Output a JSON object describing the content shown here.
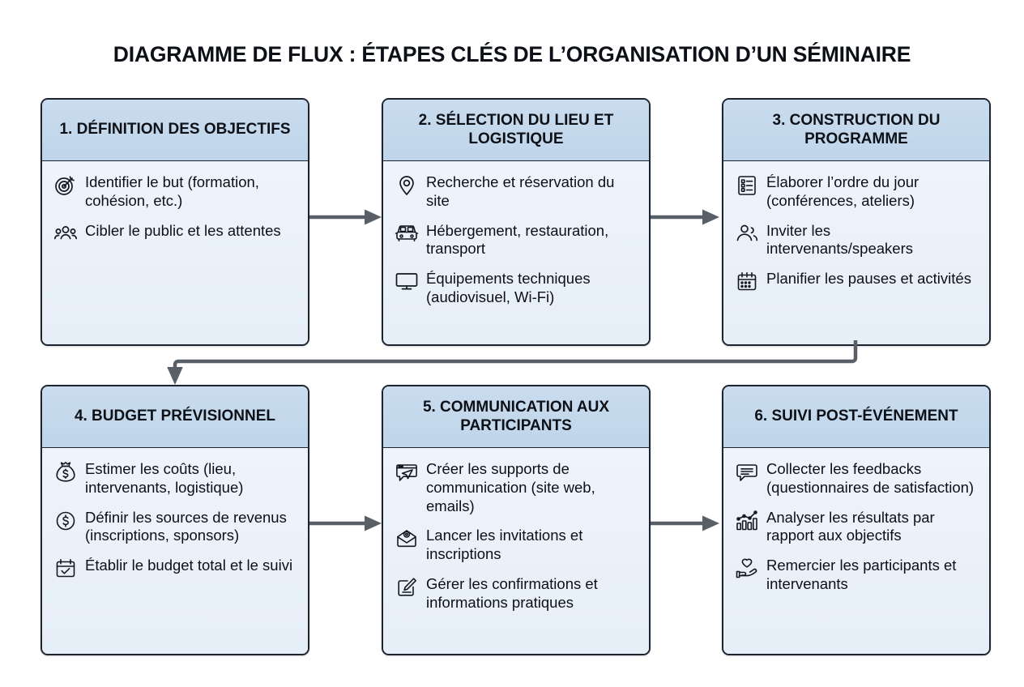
{
  "title": "DIAGRAMME DE FLUX : ÉTAPES CLÉS DE L’ORGANISATION D’UN SÉMINAIRE",
  "colors": {
    "header_fill": "#c6d9ec",
    "body_fill": "#eef4fb",
    "border": "#1c2430",
    "connector": "#585f66",
    "text": "#0d1117",
    "page_background": "#ffffff"
  },
  "boxes": [
    {
      "id": 1,
      "header": "1. DÉFINITION DES OBJECTIFS",
      "items": [
        {
          "icon": "target-icon",
          "text": "Identifier le but (formation, cohésion, etc.)"
        },
        {
          "icon": "people-group-icon",
          "text": "Cibler le public et les attentes"
        }
      ]
    },
    {
      "id": 2,
      "header": "2. SÉLECTION DU LIEU ET LOGISTIQUE",
      "items": [
        {
          "icon": "location-pin-icon",
          "text": "Recherche et réservation du site"
        },
        {
          "icon": "car-transport-icon",
          "text": "Hébergement, restauration, transport"
        },
        {
          "icon": "monitor-icon",
          "text": "Équipements techniques (audiovisuel, Wi-Fi)"
        }
      ]
    },
    {
      "id": 3,
      "header": "3. CONSTRUCTION DU PROGRAMME",
      "items": [
        {
          "icon": "agenda-list-icon",
          "text": "Élaborer l’ordre du jour (conférences, ateliers)"
        },
        {
          "icon": "speaker-person-icon",
          "text": "Inviter les intervenants/speakers"
        },
        {
          "icon": "calendar-icon",
          "text": "Planifier les pauses et activités"
        }
      ]
    },
    {
      "id": 4,
      "header": "4. BUDGET PRÉVISIONNEL",
      "items": [
        {
          "icon": "money-bag-icon",
          "text": "Estimer les coûts (lieu, intervenants, logistique)"
        },
        {
          "icon": "dollar-coin-icon",
          "text": "Définir les sources de revenus (inscriptions, sponsors)"
        },
        {
          "icon": "calendar-check-icon",
          "text": "Établir le budget total et le suivi"
        }
      ]
    },
    {
      "id": 5,
      "header": "5. COMMUNICATION AUX PARTICIPANTS",
      "items": [
        {
          "icon": "announcement-icon",
          "text": "Créer les supports de communication (site web, emails)"
        },
        {
          "icon": "mail-envelope-icon",
          "text": "Lancer les invitations et inscriptions"
        },
        {
          "icon": "edit-note-icon",
          "text": "Gérer les confirmations et informations pratiques"
        }
      ]
    },
    {
      "id": 6,
      "header": "6. SUIVI POST-ÉVÉNEMENT",
      "items": [
        {
          "icon": "feedback-comment-icon",
          "text": "Collecter les feedbacks (questionnaires de satisfaction)"
        },
        {
          "icon": "bar-chart-trend-icon",
          "text": "Analyser les résultats par rapport aux objectifs"
        },
        {
          "icon": "heart-hand-icon",
          "text": "Remercier les participants et intervenants"
        }
      ]
    }
  ],
  "connectors": [
    {
      "name": "arrow-box1-to-box2",
      "from": 1,
      "to": 2,
      "shape": "straight-right"
    },
    {
      "name": "arrow-box2-to-box3",
      "from": 2,
      "to": 3,
      "shape": "straight-right"
    },
    {
      "name": "arrow-box3-to-box4",
      "from": 3,
      "to": 4,
      "shape": "wrap-down-left"
    },
    {
      "name": "arrow-box4-to-box5",
      "from": 4,
      "to": 5,
      "shape": "straight-right"
    },
    {
      "name": "arrow-box5-to-box6",
      "from": 5,
      "to": 6,
      "shape": "straight-right"
    }
  ]
}
